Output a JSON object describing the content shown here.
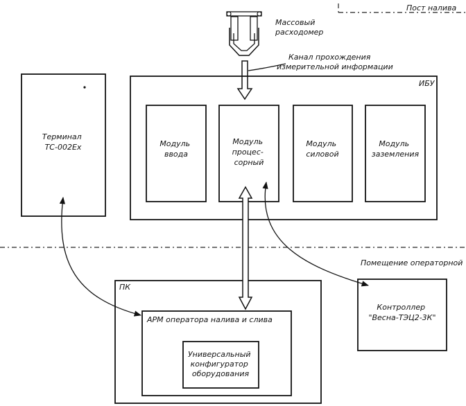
{
  "zones": {
    "fill_post": "Пост налива",
    "operator_room": "Помещение операторной"
  },
  "flowmeter": {
    "label": [
      "Массовый",
      "расходомер"
    ]
  },
  "channel": {
    "label": [
      "Канал прохождения",
      "измерительной информации"
    ]
  },
  "terminal": {
    "label": [
      "Терминал",
      "ТС-002Ех"
    ]
  },
  "ibu": {
    "label": "ИБУ",
    "modules": [
      {
        "lines": [
          "Модуль",
          "ввода"
        ]
      },
      {
        "lines": [
          "Модуль",
          "процес-",
          "сорный"
        ]
      },
      {
        "lines": [
          "Модуль",
          "силовой"
        ]
      },
      {
        "lines": [
          "Модуль",
          "заземления"
        ]
      }
    ]
  },
  "pc": {
    "label": "ПК",
    "arm": "АРМ оператора налива и слива",
    "configurator": [
      "Универсальный",
      "конфигуратор",
      "оборудования"
    ]
  },
  "controller": {
    "label": [
      "Контроллер",
      "\"Весна-ТЭЦ2-3К\""
    ]
  }
}
